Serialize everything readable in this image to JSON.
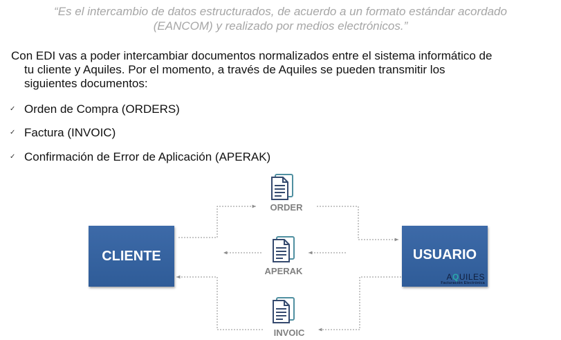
{
  "quote": {
    "line1": "“Es el intercambio de datos estructurados, de acuerdo a un formato estándar acordado",
    "line2": "(EANCOM) y realizado por medios electrónicos.”"
  },
  "intro": {
    "line1": "Con EDI vas a poder intercambiar documentos normalizados entre el sistema informático de",
    "line2": "tu cliente y Aquiles.  Por el momento, a través de Aquiles se pueden transmitir los",
    "line3": "siguientes documentos:"
  },
  "bullets": [
    "Orden de Compra (ORDERS)",
    "Factura (INVOIC)",
    "Confirmación de Error de Aplicación (APERAK)"
  ],
  "diagram": {
    "left_box": "CLIENTE",
    "right_box": "USUARIO",
    "logo_pre": "A",
    "logo_q": "Q",
    "logo_post": "UILES",
    "logo_sub": "Facturación Electrónica",
    "flows": [
      "ORDER",
      "APERAK",
      "INVOIC"
    ],
    "colors": {
      "box": "#2f5c98",
      "arrow": "#8c8c8c",
      "doc_icon": "#3d6aa8",
      "doc_label": "#808080"
    }
  }
}
